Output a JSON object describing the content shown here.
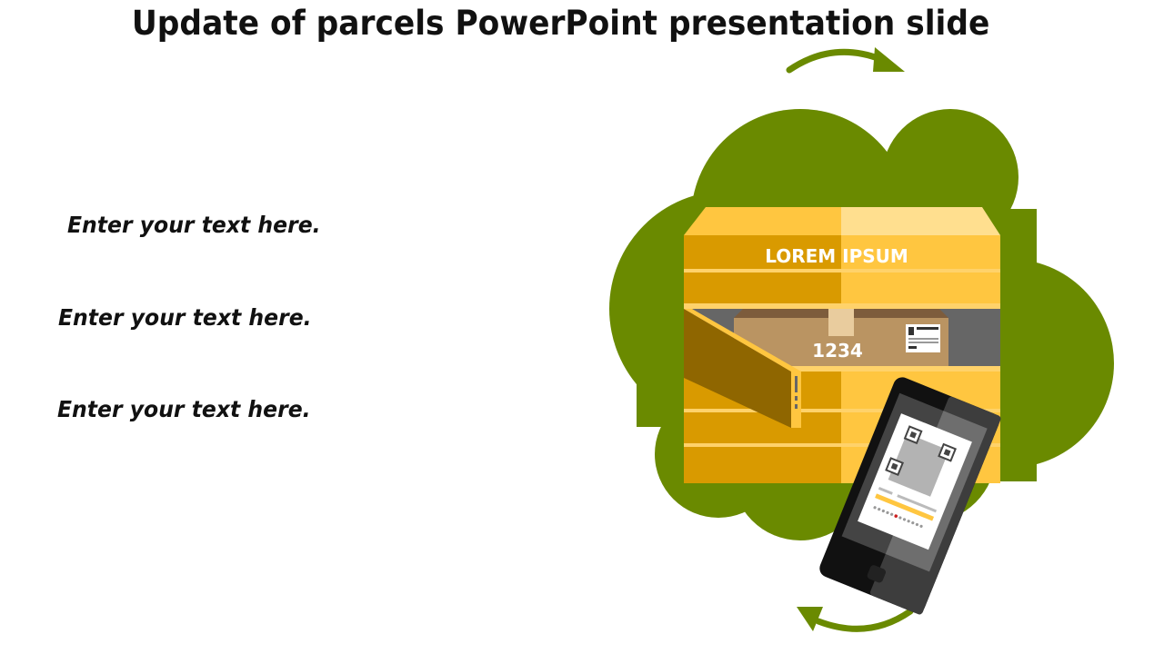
{
  "slide": {
    "title": "Update of parcels PowerPoint presentation slide",
    "bullets": [
      {
        "text": "Enter your text here."
      },
      {
        "text": "Enter your text here."
      },
      {
        "text": "Enter your text here."
      }
    ]
  },
  "illustration": {
    "box_label": "LOREM IPSUM",
    "parcel_number": "1234",
    "icons": [
      "cloud-shape",
      "parcel-locker-icon",
      "parcel-box-icon",
      "shipping-label-icon",
      "smartphone-icon",
      "qr-code-icon",
      "arrow-clockwise-top-icon",
      "arrow-counterclockwise-bottom-icon"
    ]
  },
  "colors": {
    "green": "#6a8a00",
    "box_dark": "#d99a00",
    "box_light": "#ffc640",
    "box_top_light": "#ffdf8f",
    "parcel": "#ba9462",
    "parcel_top": "#7d5c3c",
    "interior": "#666666",
    "door": "#8f6600",
    "phone_black": "#111111"
  }
}
